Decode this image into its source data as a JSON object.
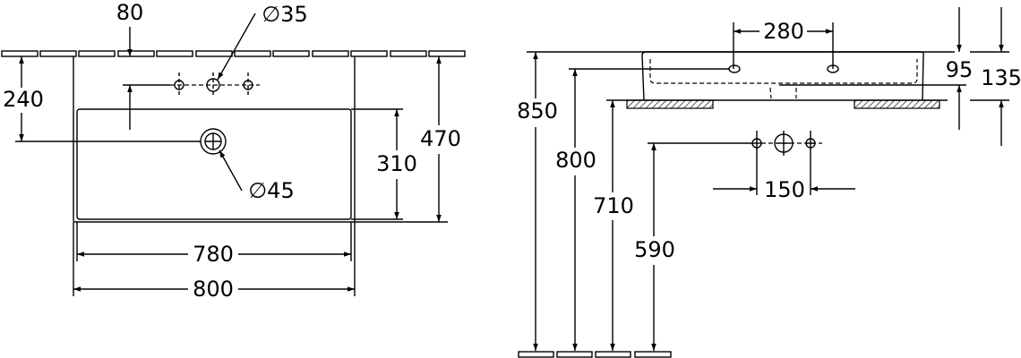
{
  "plan_view": {
    "dim_hole_offset": "80",
    "dim_tap_hole": "∅35",
    "dim_drain_depth": "240",
    "dim_drain": "∅45",
    "dim_basin_depth": "310",
    "dim_total_depth": "470",
    "dim_basin_width": "780",
    "dim_total_width": "800"
  },
  "side_view": {
    "dim_hole_spacing": "280",
    "dim_rim_height": "850",
    "dim_tap_height": "800",
    "dim_counter_height": "710",
    "dim_outlet_height": "590",
    "dim_outlet_spacing": "150",
    "dim_bowl_depth": "95",
    "dim_total_height": "135"
  }
}
